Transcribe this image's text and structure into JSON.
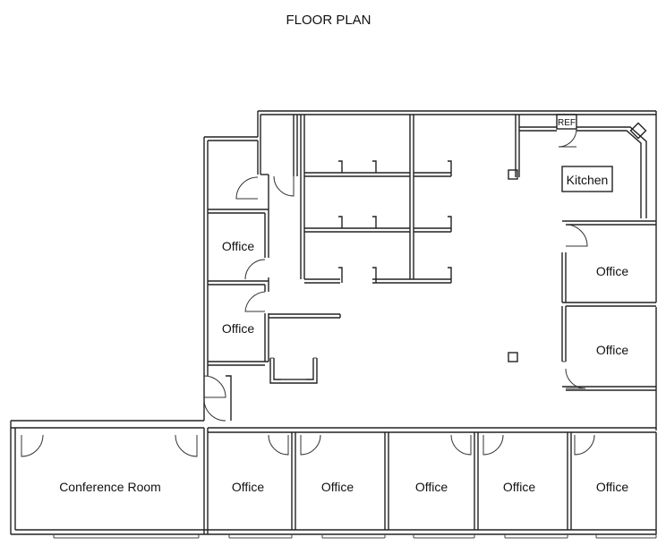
{
  "title": "FLOOR PLAN",
  "rooms": {
    "office_left_upper": "Office",
    "office_left_lower": "Office",
    "office_right_upper": "Office",
    "office_right_lower": "Office",
    "kitchen": "Kitchen",
    "ref": "REF",
    "conference": "Conference Room",
    "office_bottom_1": "Office",
    "office_bottom_2": "Office",
    "office_bottom_3": "Office",
    "office_bottom_4": "Office",
    "office_bottom_5": "Office"
  }
}
